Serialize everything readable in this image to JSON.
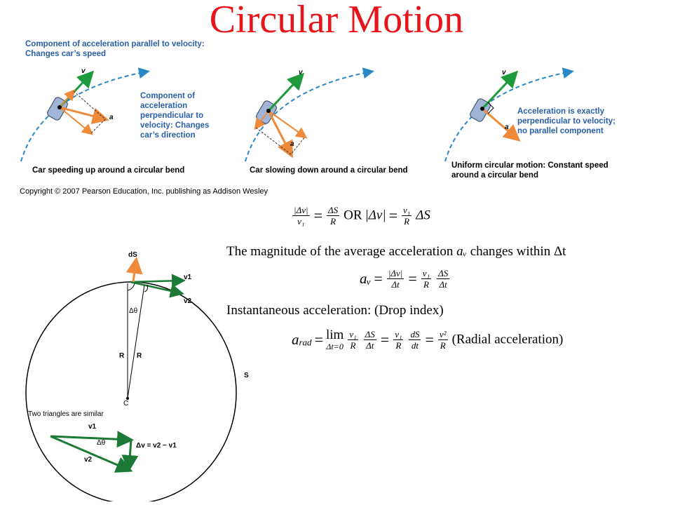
{
  "title": "Circular Motion",
  "figure": {
    "panel1": {
      "top_label_line1": "Component of acceleration parallel to velocity:",
      "top_label_line2": "Changes car’s speed",
      "side_label_line1": "Component of",
      "side_label_line2": "acceleration",
      "side_label_line3": "perpendicular to",
      "side_label_line4": "velocity: Changes",
      "side_label_line5": "car’s direction",
      "caption": "Car speeding up around a circular bend"
    },
    "panel2": {
      "caption": "Car slowing down around a circular bend"
    },
    "panel3": {
      "side_label_line1": "Acceleration is exactly",
      "side_label_line2": "perpendicular to velocity;",
      "side_label_line3": "no parallel component",
      "caption_line1": "Uniform circular motion: Constant speed",
      "caption_line2": "around a circular bend"
    },
    "vector_v": "v",
    "vector_a": "a",
    "copyright": "Copyright © 2007 Pearson Education, Inc. publishing as Addison Wesley"
  },
  "circle_diagram": {
    "label_ds": "dS",
    "label_v1": "v1",
    "label_v2": "v2",
    "label_dtheta": "Δθ",
    "label_R": "R",
    "label_C": "C",
    "label_S": "S",
    "similar_text": "Two triangles are similar",
    "tri_v1": "v1",
    "tri_v2": "v2",
    "tri_dtheta": "Δθ",
    "tri_dv": "Δv = v2 − v1"
  },
  "equations": {
    "eq1": {
      "num1": "|Δv|",
      "den1": "v₁",
      "eq": "=",
      "num2": "ΔS",
      "den2": "R",
      "or": "OR",
      "abs_dv": "|Δv|",
      "eq2": "=",
      "num3": "v₁",
      "den3": "R",
      "ds": "ΔS"
    },
    "line_avg": "The magnitude of the average acceleration",
    "av_symbol": "aᵥ",
    "line_avg_end": "changes within Δt",
    "eq2": {
      "lhs": "aᵥ",
      "eq": "=",
      "num1": "|Δv|",
      "den1": "Δt",
      "eq2": "=",
      "num2": "v₁",
      "den2": "R",
      "num3": "ΔS",
      "den3": "Δt"
    },
    "line_inst": "Instantaneous acceleration: (Drop index)",
    "eq3": {
      "lhs": "a",
      "lhs_sub": "rad",
      "eq": "=",
      "lim": "lim",
      "lim_sub": "Δt=0",
      "n1": "v₁",
      "d1": "R",
      "n2": "ΔS",
      "d2": "Δt",
      "eq2": "=",
      "n3": "v₁",
      "d3": "R",
      "n4": "dS",
      "d4": "dt",
      "eq3": "=",
      "n5": "v²",
      "d5": "R",
      "label": "(Radial acceleration)"
    }
  }
}
